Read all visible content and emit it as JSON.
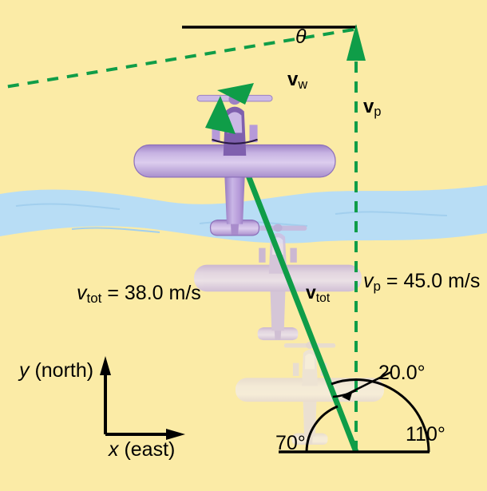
{
  "figure": {
    "title": "Airplane velocity vector diagram with wind",
    "background_color": "#fbeba6",
    "river_color": "#b8ddf5",
    "vector_color": "#0f9d48",
    "line_color": "#000000"
  },
  "labels": {
    "theta": "θ",
    "v_wind_symbol": "v",
    "v_wind_sub": "w",
    "v_plane_symbol": "v",
    "v_plane_sub": "p",
    "v_tot_symbol": "v",
    "v_tot_sub": "tot",
    "v_plane_value": "= 45.0 m/s",
    "v_plane_value_symbol": "v",
    "v_plane_value_sub": "p",
    "v_tot_value": "= 38.0 m/s",
    "v_tot_value_symbol": "v",
    "v_tot_value_sub": "tot",
    "axis_y": "(north)",
    "axis_y_symbol": "y",
    "axis_x": "(east)",
    "axis_x_symbol": "x",
    "angle_20": "20.0°",
    "angle_70": "70°",
    "angle_110": "110°"
  },
  "chart_data": {
    "type": "diagram",
    "title": "Airplane heading with wind correction",
    "vectors": [
      {
        "name": "v_p",
        "label": "v_p",
        "magnitude": 45.0,
        "units": "m/s",
        "direction_deg": 90,
        "style": "dashed",
        "color": "#0f9d48",
        "description": "Plane velocity relative to air, pointing due north"
      },
      {
        "name": "v_w",
        "label": "v_w",
        "magnitude": null,
        "units": "m/s",
        "direction_deg": 200,
        "style": "dashed",
        "color": "#0f9d48",
        "description": "Wind velocity, directed down-left at angle theta below horizontal"
      },
      {
        "name": "v_tot",
        "label": "v_tot",
        "magnitude": 38.0,
        "units": "m/s",
        "direction_deg": 110,
        "style": "solid",
        "color": "#0f9d48",
        "description": "Resultant ground velocity of plane, 110 degrees from east axis"
      }
    ],
    "angles": [
      {
        "label": "θ",
        "value": null,
        "between": [
          "horizontal-top",
          "v_w"
        ]
      },
      {
        "label": "20.0°",
        "value": 20.0,
        "between": [
          "v_p",
          "v_tot"
        ]
      },
      {
        "label": "70°",
        "value": 70.0,
        "between": [
          "west-horizontal",
          "v_tot"
        ]
      },
      {
        "label": "110°",
        "value": 110.0,
        "between": [
          "east-horizontal",
          "v_tot"
        ]
      }
    ],
    "axes": {
      "x": "x (east)",
      "y": "y (north)"
    },
    "annotations": [
      "v_tot = 38.0 m/s",
      "v_p = 45.0 m/s"
    ]
  }
}
